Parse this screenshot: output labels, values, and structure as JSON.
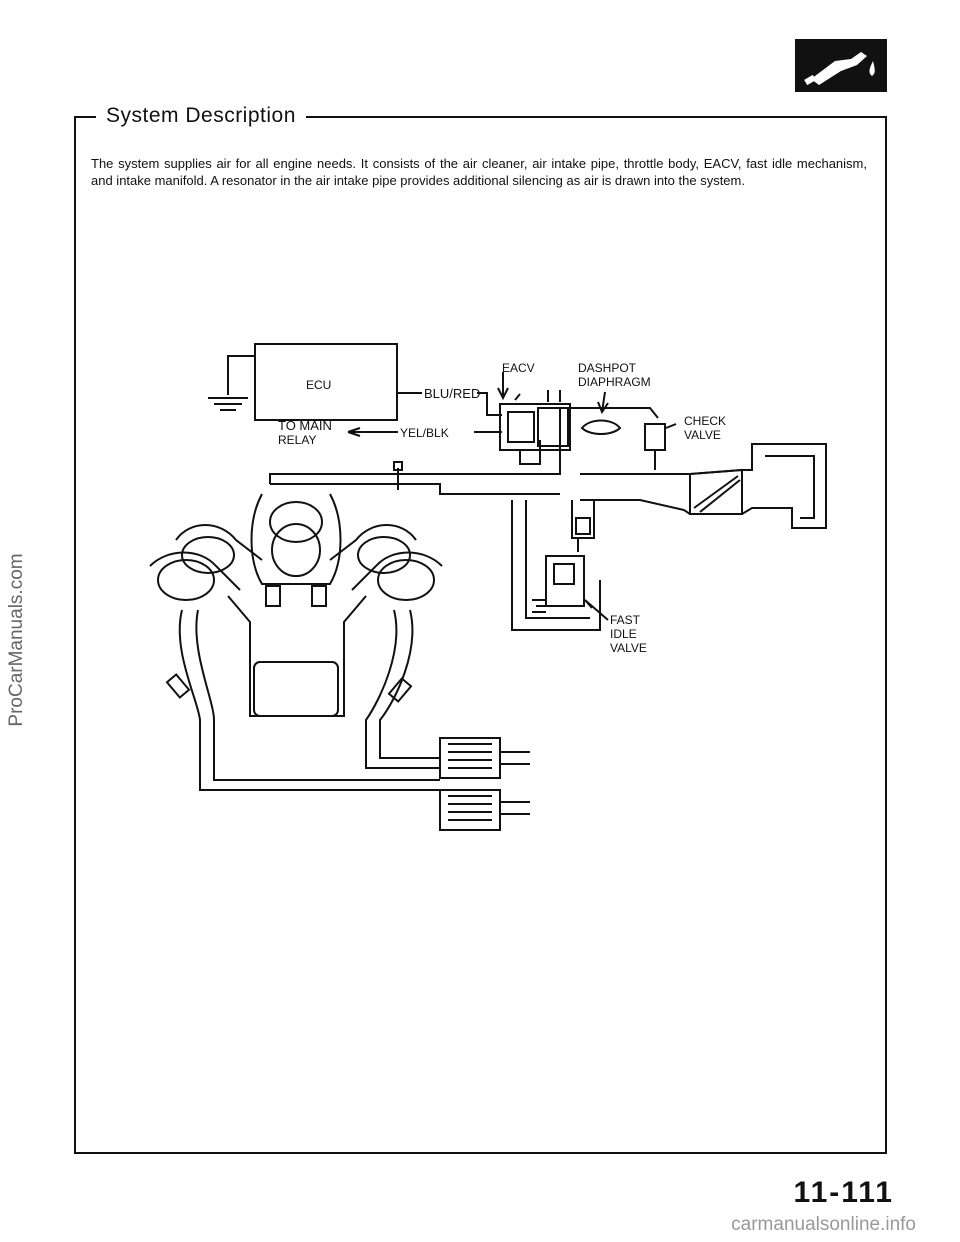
{
  "header": {
    "section_title": "System Description",
    "emblem_icon": "fuel-nozzle-icon"
  },
  "body": {
    "description": "The system supplies air for all engine needs. It consists of the air cleaner, air intake pipe, throttle body, EACV, fast idle mechanism, and intake manifold. A resonator in the air intake pipe provides additional silencing as air is drawn into the system."
  },
  "diagram": {
    "labels": {
      "ecu": "ECU",
      "blu_red": "BLU/RED",
      "to_main": "TO MAIN",
      "relay": "RELAY",
      "yel_blk": "YEL/BLK",
      "eacv": "EACV",
      "dashpot": "DASHPOT",
      "diaphragm": "DIAPHRAGM",
      "check": "CHECK",
      "valve": "VALVE",
      "fast": "FAST",
      "idle": "IDLE",
      "valve2": "VALVE"
    }
  },
  "footer": {
    "page_number": "11-111",
    "side_watermark": "ProCarManuals.com",
    "bottom_watermark": "carmanualsonline.info"
  }
}
